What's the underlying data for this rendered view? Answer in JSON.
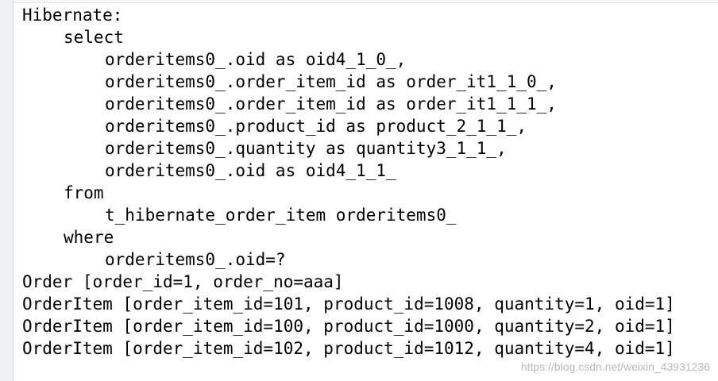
{
  "console": {
    "lines": [
      "Hibernate:",
      "select",
      "orderitems0_.oid as oid4_1_0_,",
      "orderitems0_.order_item_id as order_it1_1_0_,",
      "orderitems0_.order_item_id as order_it1_1_1_,",
      "orderitems0_.product_id as product_2_1_1_,",
      "orderitems0_.quantity as quantity3_1_1_,",
      "orderitems0_.oid as oid4_1_1_",
      "from",
      "t_hibernate_order_item orderitems0_",
      "where",
      "orderitems0_.oid=?",
      "Order [order_id=1, order_no=aaa]",
      "OrderItem [order_item_id=101, product_id=1008, quantity=1, oid=1]",
      "OrderItem [order_item_id=100, product_id=1000, quantity=2, oid=1]",
      "OrderItem [order_item_id=102, product_id=1012, quantity=4, oid=1]"
    ]
  },
  "watermark": "https://blog.csdn.net/weixin_43931236"
}
